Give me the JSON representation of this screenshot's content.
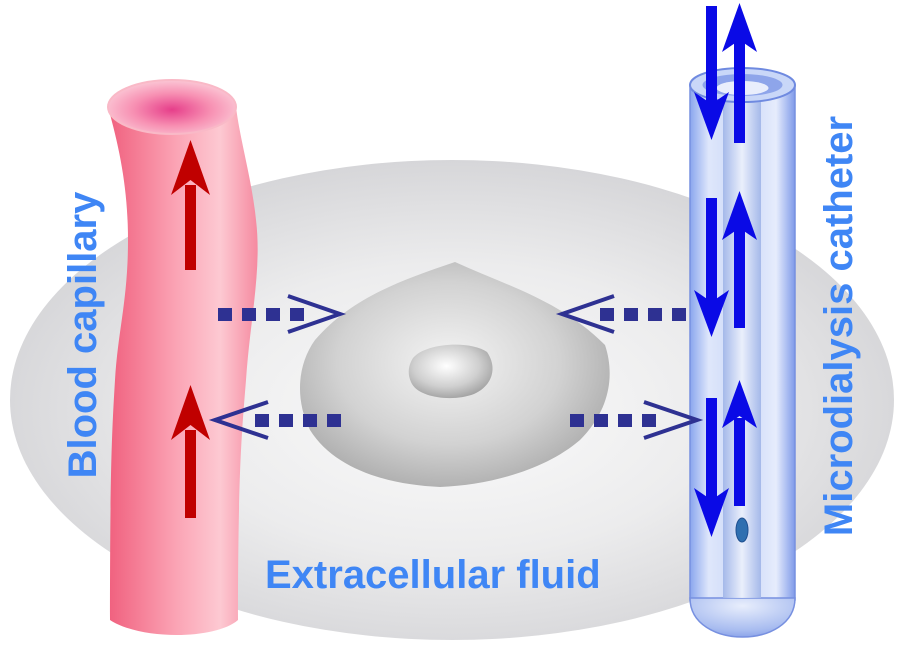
{
  "diagram": {
    "labels": {
      "blood_capillary": "Blood capillary",
      "extracellular_fluid": "Extracellular fluid",
      "microdialysis_catheter": "Microdialysis catheter"
    },
    "colors": {
      "label_blue": "#3f86f5",
      "capillary_pink": "#f77a94",
      "capillary_arrow": "#c00000",
      "catheter_flow": "#0a0ae6",
      "diffusion_arrow": "#2e3192",
      "fluid_gray": "#d8d8da",
      "cell_gray": "#bcbcbc"
    }
  }
}
